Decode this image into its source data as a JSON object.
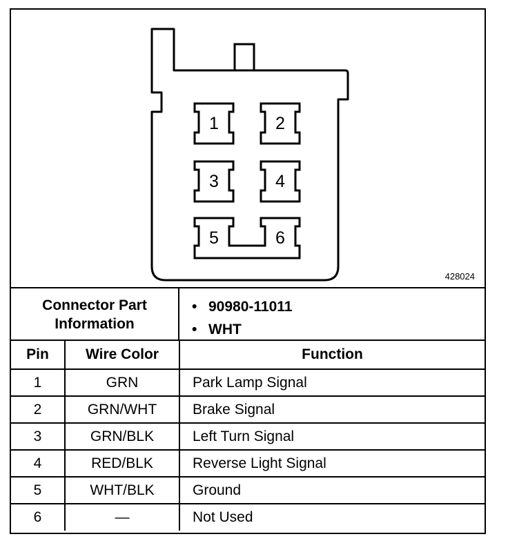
{
  "diagram": {
    "pins": [
      {
        "label": "1"
      },
      {
        "label": "2"
      },
      {
        "label": "3"
      },
      {
        "label": "4"
      },
      {
        "label": "5"
      },
      {
        "label": "6"
      }
    ],
    "figure_id": "428024"
  },
  "connector_info": {
    "title_line1": "Connector Part",
    "title_line2": "Information",
    "items": [
      "90980-11011",
      "WHT"
    ]
  },
  "table": {
    "headers": {
      "pin": "Pin",
      "wire": "Wire Color",
      "function": "Function"
    },
    "rows": [
      {
        "pin": "1",
        "wire": "GRN",
        "function": "Park Lamp Signal"
      },
      {
        "pin": "2",
        "wire": "GRN/WHT",
        "function": "Brake Signal"
      },
      {
        "pin": "3",
        "wire": "GRN/BLK",
        "function": "Left Turn Signal"
      },
      {
        "pin": "4",
        "wire": "RED/BLK",
        "function": "Reverse Light Signal"
      },
      {
        "pin": "5",
        "wire": "WHT/BLK",
        "function": "Ground"
      },
      {
        "pin": "6",
        "wire": "—",
        "function": "Not Used"
      }
    ]
  }
}
